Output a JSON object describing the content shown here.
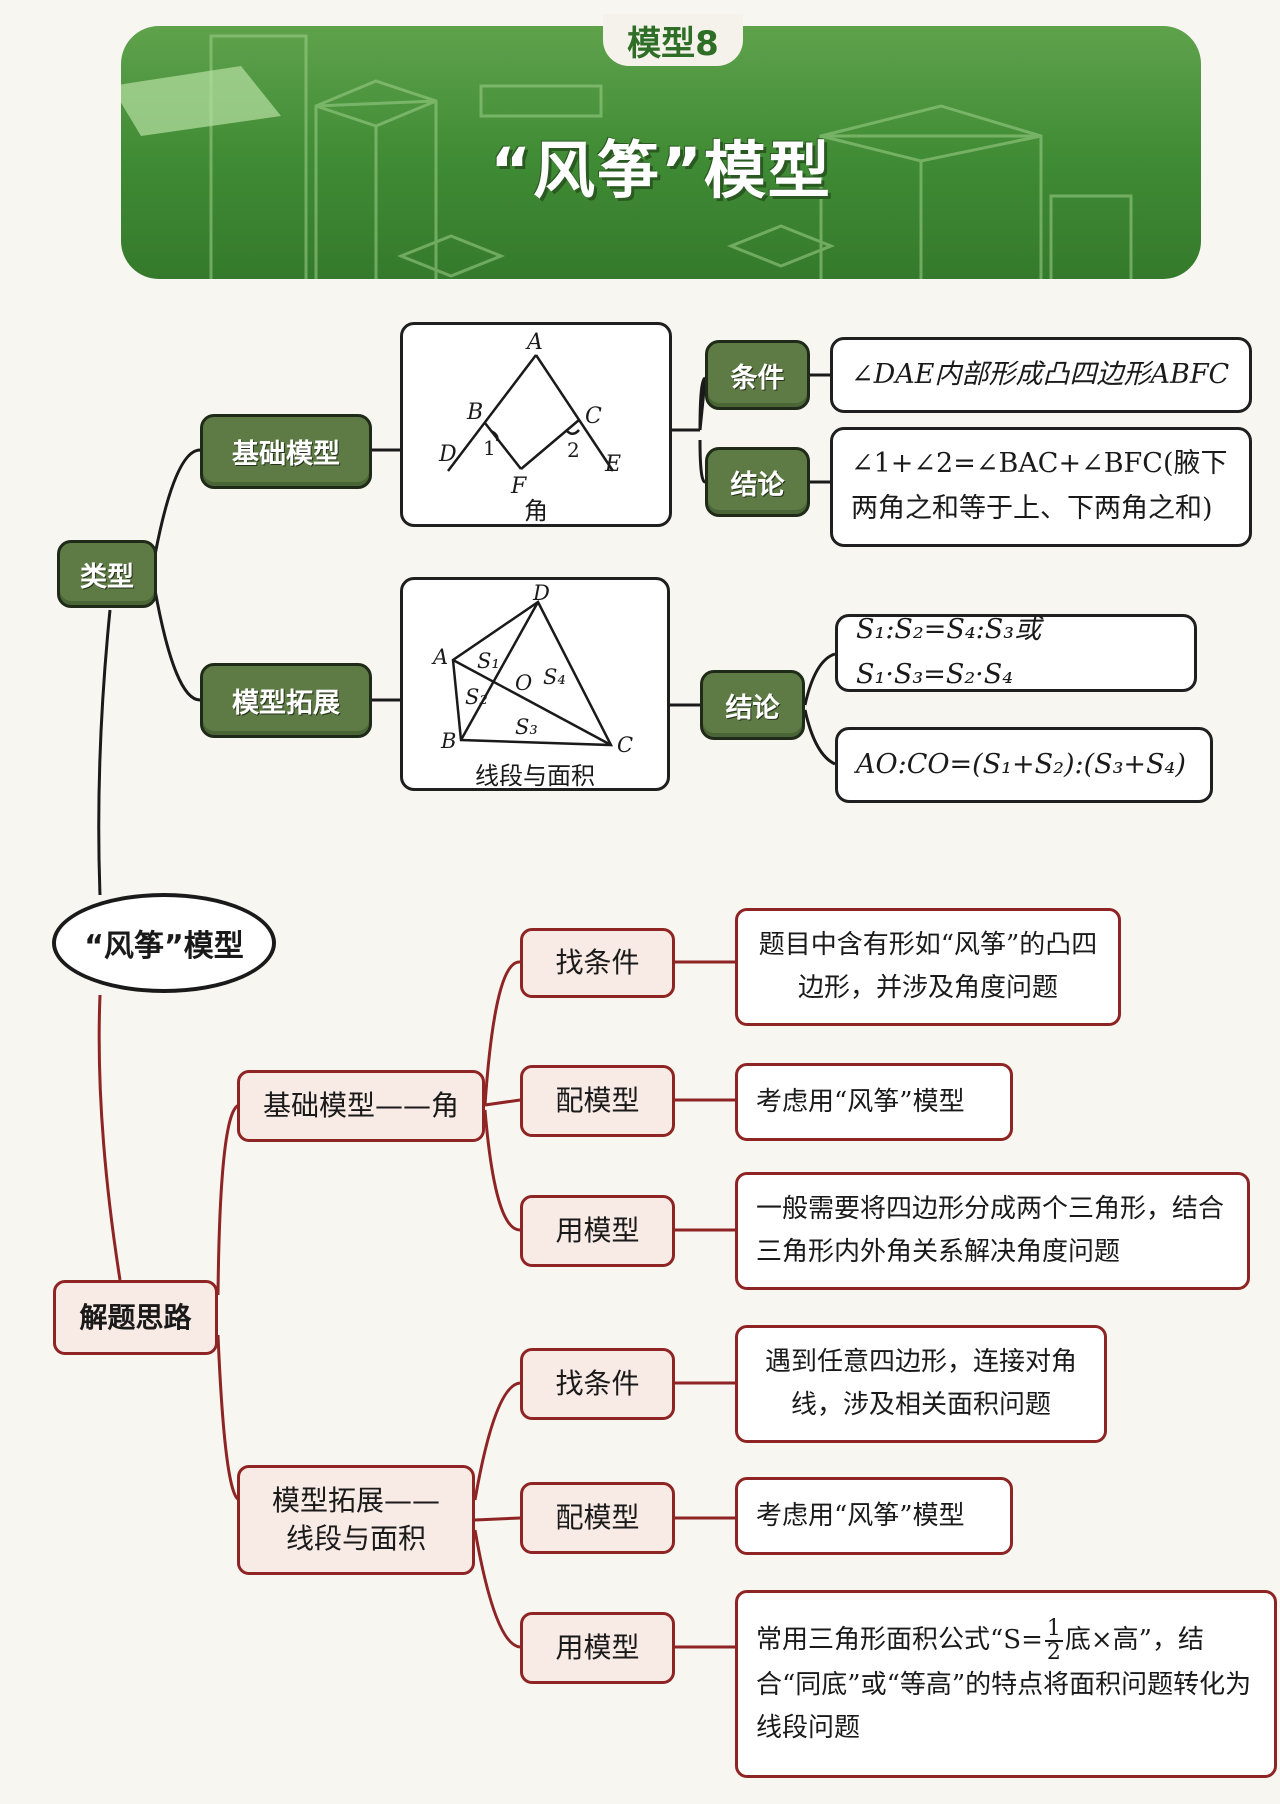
{
  "banner": {
    "tab": "模型8",
    "title": "“风筝”模型"
  },
  "center": "“风筝”模型",
  "types": {
    "label": "类型",
    "basic": {
      "label": "基础模型",
      "figure_caption": "角",
      "points": {
        "A": "A",
        "B": "B",
        "C": "C",
        "D": "D",
        "E": "E",
        "F": "F",
        "one": "1",
        "two": "2"
      },
      "condition_label": "条件",
      "condition_text": "∠DAE内部形成凸四边形ABFC",
      "conclusion_label": "结论",
      "conclusion_text": "∠1+∠2=∠BAC+∠BFC(腋下两角之和等于上、下两角之和)"
    },
    "extension": {
      "label": "模型拓展",
      "figure_caption": "线段与面积",
      "points": {
        "A": "A",
        "B": "B",
        "C": "C",
        "D": "D",
        "O": "O",
        "S1": "S₁",
        "S2": "S₂",
        "S3": "S₃",
        "S4": "S₄"
      },
      "conclusion_label": "结论",
      "conclusion_1": "S₁:S₂=S₄:S₃或S₁·S₃=S₂·S₄",
      "conclusion_2": "AO:CO=(S₁+S₂):(S₃+S₄)"
    }
  },
  "approach": {
    "label": "解题思路",
    "basic": {
      "label": "基础模型——角",
      "find_label": "找条件",
      "find_text": "题目中含有形如“风筝”的凸四边形，并涉及角度问题",
      "match_label": "配模型",
      "match_text": "考虑用“风筝”模型",
      "use_label": "用模型",
      "use_text": "一般需要将四边形分成两个三角形，结合三角形内外角关系解决角度问题"
    },
    "extension": {
      "label_line1": "模型拓展——",
      "label_line2": "线段与面积",
      "find_label": "找条件",
      "find_text": "遇到任意四边形，连接对角线，涉及相关面积问题",
      "match_label": "配模型",
      "match_text": "考虑用“风筝”模型",
      "use_label": "用模型",
      "use_text_pre": "常用三角形面积公式“S=",
      "use_frac_num": "1",
      "use_frac_den": "2",
      "use_text_post": "底×高”，结合“同底”或“等高”的特点将面积问题转化为线段问题"
    }
  },
  "colors": {
    "green_node": "#5e7a45",
    "red_border": "#8e2424",
    "banner": "#3f8a34"
  }
}
